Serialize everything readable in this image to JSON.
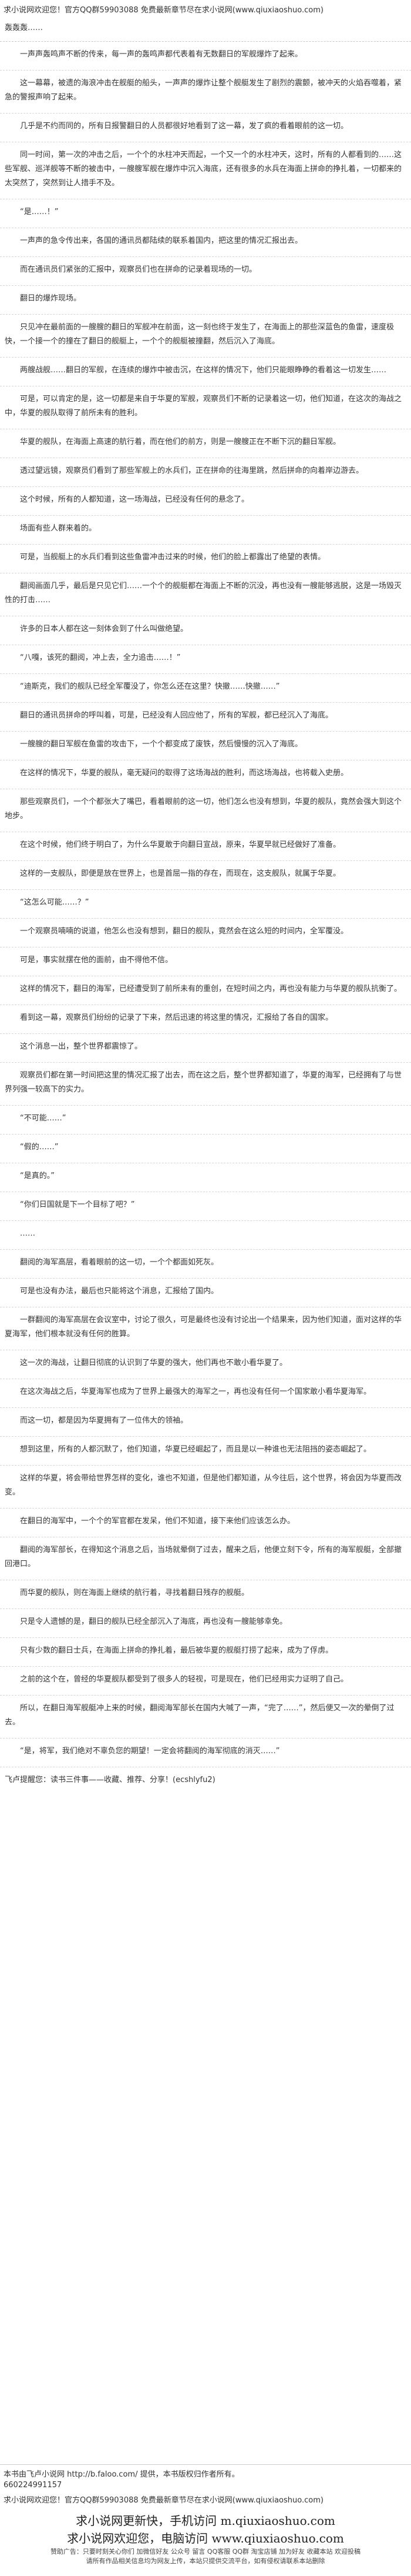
{
  "header": {
    "notice": "求小说网欢迎您！官方QQ群59903088 免费最新章节尽在求小说网(www.qiuxiaoshuo.com)"
  },
  "chapter": {
    "opening": "轰轰轰……",
    "paragraphs": [
      "一声声轰鸣声不断的传来，每一声的轰鸣声都代表着有无数翻日的军舰爆炸了起来。",
      "这一幕幕，被遗的海浪冲击在舰艇的船头，一声声的爆炸让整个舰艇发生了剧烈的震颤，被冲天的火焰吞噬着，紧急的警报声响了起来。",
      "几乎是不约而同的，所有日报警翻日的人员都很好地看到了这一幕，发了疯的看着眼前的这一切。",
      "同一时间，第一次的冲击之后，一个个的水柱冲天而起，一个又一个的水柱冲天，这时，所有的人都看到的……这些军舰、巡洋舰等不断的被击中，一艘艘军舰在爆炸中沉入海底，还有很多的水兵在海面上拼命的挣扎着，一切都来的太突然了，突然到让人措手不及。",
      "“是……！”",
      "一声声的急令传出来，各国的通讯员都陆续的联系着国内，把这里的情况汇报出去。",
      "而在通讯员们紧张的汇报中，观察员们也在拼命的记录着现场的一切。",
      "翻日的爆炸现场。",
      "只见冲在最前面的一艘艘的翻日的军舰冲在前面，这一刻也终于发生了，在海面上的那些深蓝色的鱼雷，速度极快，一个接一个的撞在了翻日的舰艇上，一个个的舰艇被撞翻，然后沉入了海底。",
      "两艘战舰……翻日的军舰，在连续的爆炸中被击沉，在这样的情况下，他们只能眼睁睁的看着这一切发生……",
      "可是，可以肯定的是，这一切都是来自于华夏的军舰，观察员们不断的记录着这一切，他们知道，在这次的海战之中，华夏的舰队取得了前所未有的胜利。",
      "华夏的舰队，在海面上高速的航行着，而在他们的前方，则是一艘艘正在不断下沉的翻日军舰。",
      "透过望远镜，观察员们看到了那些军舰上的水兵们，正在拼命的往海里跳，然后拼命的向着岸边游去。",
      "这个时候，所有的人都知道，这一场海战，已经没有任何的悬念了。",
      "场面有些人群来着的。",
      "可是，当舰艇上的水兵们看到这些鱼雷冲击过来的时候，他们的脸上都露出了绝望的表情。",
      "翻阅画面几乎，最后是只见它们……一个个的舰艇都在海面上不断的沉没，再也没有一艘能够逃脱，这是一场毁灭性的打击……",
      "许多的日本人都在这一刻体会到了什么叫做绝望。",
      "“八嘎，该死的翻阅，冲上去，全力追击……！”",
      "“迪斯克，我们的舰队已经全军覆没了，你怎么还在这里？快撤……快撤……”",
      "翻日的通讯员拼命的呼叫着，可是，已经没有人回应他了，所有的军舰，都已经沉入了海底。",
      "一艘艘的翻日军舰在鱼雷的攻击下，一个个都变成了废铁，然后慢慢的沉入了海底。",
      "在这样的情况下，华夏的舰队，毫无疑问的取得了这场海战的胜利，而这场海战，也将载入史册。",
      "那些观察员们，一个个都张大了嘴巴，看着眼前的这一切，他们怎么也没有想到，华夏的舰队，竟然会强大到这个地步。",
      "在这个时候，他们终于明白了，为什么华夏敢于向翻日宣战，原来，华夏早就已经做好了准备。",
      "这样的一支舰队，即便是放在世界上，也是首屈一指的存在，而现在，这支舰队，就属于华夏。",
      "“这怎么可能……？”",
      "一个观察员喃喃的说道，他怎么也没有想到，翻日的舰队，竟然会在这么短的时间内，全军覆没。",
      "可是，事实就摆在他的面前，由不得他不信。",
      "这样的情况下，翻日的海军，已经遭受到了前所未有的重创，在短时间之内，再也没有能力与华夏的舰队抗衡了。",
      "看到这一幕，观察员们纷纷的记录了下来，然后迅速的将这里的情况，汇报给了各自的国家。",
      "这个消息一出，整个世界都震惊了。",
      "观察员们都在第一时间把这里的情况汇报了出去，而在这之后，整个世界都知道了，华夏的海军，已经拥有了与世界列强一较高下的实力。",
      "“不可能……”",
      "“假的……”",
      "“是真的。”",
      "“你们日国就是下一个目标了吧？”",
      "……",
      "翻阅的海军高层，看着眼前的这一切，一个个都面如死灰。",
      "可是也没有办法，最后也只能将这个消息，汇报给了国内。",
      "一群翻阅的海军高层在会议室中，讨论了很久，可是最终也没有讨论出一个结果来，因为他们知道，面对这样的华夏海军，他们根本就没有任何的胜算。",
      "这一次的海战，让翻日彻底的认识到了华夏的强大，他们再也不敢小看华夏了。",
      "在这次海战之后，华夏海军也成为了世界上最强大的海军之一，再也没有任何一个国家敢小看华夏海军。",
      "而这一切，都是因为华夏拥有了一位伟大的领袖。",
      "想到这里，所有的人都沉默了，他们知道，华夏已经崛起了，而且是以一种谁也无法阻挡的姿态崛起了。",
      "这样的华夏，将会带给世界怎样的变化，谁也不知道，但是他们都知道，从今往后，这个世界，将会因为华夏而改变。",
      "在翻日的海军中，一个个的军官都在发呆，他们不知道，接下来他们应该怎么办。",
      "翻阅的海军部长，在得知这个消息之后，当场就晕倒了过去，醒来之后，他便立刻下令，所有的海军舰艇，全部撤回港口。",
      "而华夏的舰队，则在海面上继续的航行着，寻找着翻日残存的舰艇。",
      "只是令人遗憾的是，翻日的舰队已经全部沉入了海底，再也没有一艘能够幸免。",
      "只有少数的翻日士兵，在海面上拼命的挣扎着，最后被华夏的舰艇打捞了起来，成为了俘虏。",
      "之前的这个在，曾经的华夏舰队都受到了很多人的轻视，可是现在，他们已经用实力证明了自己。",
      "所以，在翻日海军舰艇冲上来的时候，翻阅海军部长在国内大喊了一声，“完了……”，然后便又一次的晕倒了过去。",
      "“是，将军，我们绝对不辜负您的期望！一定会将翻阅的海军彻底的消灭……”"
    ],
    "closing_note": "飞卢提醒您：读书三件事——收藏、推荐、分享！(ecshlyfu2)"
  },
  "footer": {
    "source_line": "本书由飞卢小说网 http://b.faloo.com/ 提供，本书版权归作者所有。",
    "book_id": "660224991157",
    "notice": "求小说网欢迎您！官方QQ群59903088 免费最新章节尽在求小说网(www.qiuxiaoshuo.com)",
    "site_slogan": "求小说网更新快，手机访问 m.qiuxiaoshuo.com",
    "site_welcome": "求小说网欢迎您，电脑访问 www.qiuxiaoshuo.com",
    "contact_line": "赞助广告：只要时刻关心你们 加微信好友 公众号 留言 QQ客服 QQ群 淘宝店铺 加为好友 收藏本站 欢迎投稿",
    "copyright_line": "请所有作品相关信息均为网友上传，本站只提供交流平台，如有侵权请联系本站删除"
  }
}
